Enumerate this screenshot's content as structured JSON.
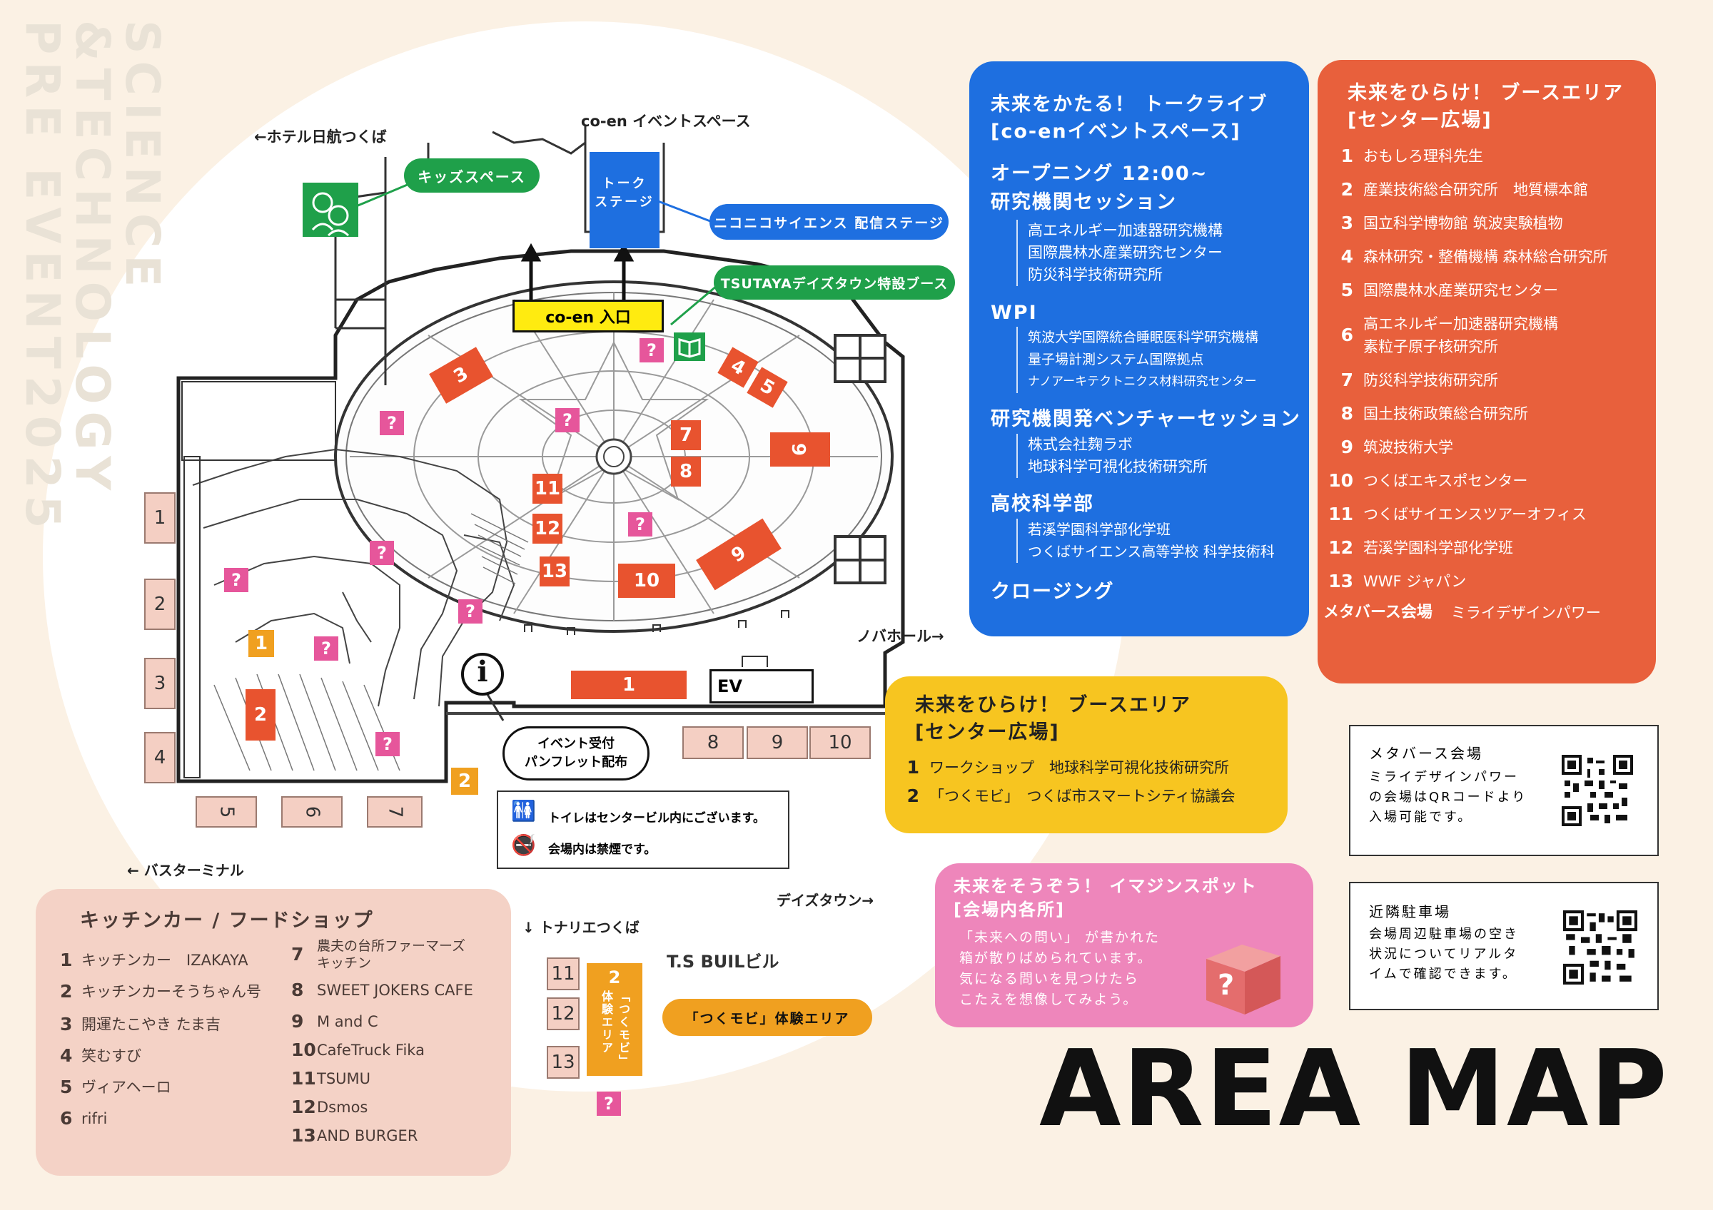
{
  "vertical_title": [
    "SCIENCE",
    "&TECHNOLOGY",
    "PRE EVENT2025"
  ],
  "map": {
    "hotel_label": "←ホテル日航つくば",
    "coen_event_space_label": "co-en イベントスペース",
    "kids_space": "キッズスペース",
    "talk_stage": "トーク\nステージ",
    "niconico_stage": "ニコニコサイエンス 配信ステージ",
    "tsutaya_booth": "TSUTAYAデイズタウン特設ブース",
    "coen_entrance": "co-en 入口",
    "nova_hall": "ノバホール→",
    "ev": "EV",
    "reception": "イベント受付\nパンフレット配布",
    "info_symbol": "i",
    "toilet_note": "トイレはセンタービル内にございます。",
    "smoking_note": "会場内は禁煙です。",
    "bus_terminal": "← バスターミナル",
    "daystown": "デイズタウン→",
    "tonarie": "↓ トナリエつくば",
    "ts_building": "T.S BUILビル",
    "tsukumobi_area": "「つくモビ」体験エリア",
    "tsukumobi_vertical": "「つくモビ」体験エリア",
    "booth_labels": [
      "3",
      "4",
      "5",
      "6",
      "7",
      "8",
      "9",
      "10",
      "11",
      "12",
      "13",
      "1"
    ],
    "kitchen_boxes": [
      "1",
      "2",
      "3",
      "4",
      "5",
      "6",
      "7",
      "8",
      "9",
      "10",
      "11",
      "12",
      "13"
    ],
    "orange_labels": [
      "1",
      "2",
      "2"
    ],
    "red_left": "2",
    "q": "?"
  },
  "talk_panel": {
    "title": "未来をかたる！ トークライブ\n[co-enイベントスペース]",
    "sections": [
      {
        "title": "オープニング 12:00~\n研究機関セッション",
        "items": [
          "高エネルギー加速器研究機構",
          "国際農林水産業研究センター",
          "防災科学技術研究所"
        ]
      },
      {
        "title": "WPI",
        "items": [
          "筑波大学国際統合睡眠医科学研究機構",
          "量子場計測システム国際拠点",
          "ナノアーキテクトニクス材料研究センター"
        ]
      },
      {
        "title": "研究機関発ベンチャーセッション",
        "items": [
          "株式会社麹ラボ",
          "地球科学可視化技術研究所"
        ]
      },
      {
        "title": "高校科学部",
        "items": [
          "若溪学園科学部化学班",
          "つくばサイエンス高等学校 科学技術科"
        ]
      },
      {
        "title": "クロージング",
        "items": []
      }
    ]
  },
  "booth_panel": {
    "title": "未来をひらけ！ ブースエリア\n[センター広場]",
    "items": [
      {
        "num": "1",
        "text": "おもしろ理科先生"
      },
      {
        "num": "2",
        "text": "産業技術総合研究所　地質標本館"
      },
      {
        "num": "3",
        "text": "国立科学博物館 筑波実験植物"
      },
      {
        "num": "4",
        "text": "森林研究・整備機構 森林総合研究所"
      },
      {
        "num": "5",
        "text": "国際農林水産業研究センター"
      },
      {
        "num": "6",
        "text": "高エネルギー加速器研究機構\n素粒子原子核研究所"
      },
      {
        "num": "7",
        "text": "防災科学技術研究所"
      },
      {
        "num": "8",
        "text": "国土技術政策総合研究所"
      },
      {
        "num": "9",
        "text": "筑波技術大学"
      },
      {
        "num": "10",
        "text": "つくばエキスポセンター"
      },
      {
        "num": "11",
        "text": "つくばサイエンスツアーオフィス"
      },
      {
        "num": "12",
        "text": "若溪学園科学部化学班"
      },
      {
        "num": "13",
        "text": "WWF ジャパン"
      }
    ],
    "metaverse_label": "メタバース会場",
    "metaverse_value": "ミライデザインパワー"
  },
  "yellow_panel": {
    "title": "未来をひらけ！ ブースエリア\n[センター広場]",
    "items": [
      {
        "num": "1",
        "text": "ワークショップ　地球科学可視化技術研究所"
      },
      {
        "num": "2",
        "text": "「つくモビ」　つくば市スマートシティ協議会"
      }
    ]
  },
  "pink_panel": {
    "title": "未来をそうぞう！ イマジンスポット\n[会場内各所]",
    "body": "「未来への問い」 が書かれた\n箱が散りばめられています。\n気になる問いを見つけたら\nこたえを想像してみよう。",
    "box_mark": "?"
  },
  "kitchen_panel": {
    "title": "キッチンカー / フードショップ",
    "left": [
      {
        "num": "1",
        "text": "キッチンカー　IZAKAYA"
      },
      {
        "num": "2",
        "text": "キッチンカーそうちゃん号"
      },
      {
        "num": "3",
        "text": "開運たこやき たま吉"
      },
      {
        "num": "4",
        "text": "笑むすび"
      },
      {
        "num": "5",
        "text": "ヴィアヘーロ"
      },
      {
        "num": "6",
        "text": "rifri"
      }
    ],
    "right": [
      {
        "num": "7",
        "text": "農夫の台所ファーマーズ\nキッチン"
      },
      {
        "num": "8",
        "text": "SWEET JOKERS CAFE"
      },
      {
        "num": "9",
        "text": "M and C"
      },
      {
        "num": "10",
        "text": "CafeTruck Fika"
      },
      {
        "num": "11",
        "text": "TSUMU"
      },
      {
        "num": "12",
        "text": "Dsmos"
      },
      {
        "num": "13",
        "text": "AND BURGER"
      }
    ]
  },
  "metaverse_box": {
    "title": "メタバース会場",
    "body": "ミライデザインパワー\nの会場はQRコードより\n入場可能です。"
  },
  "parking_box": {
    "title": "近隣駐車場",
    "body": "会場周辺駐車場の空き\n状況についてリアルタ\nイムで確認できます。"
  },
  "area_map_title": "AREA MAP",
  "colors": {
    "blue": "#1e6fe0",
    "orange_red": "#e8603c",
    "yellow": "#f7c520",
    "pink": "#ee86bb",
    "kitchen_bg": "#f4d2c6",
    "booth_red": "#e8532f",
    "q_pink": "#e6569b",
    "green": "#1fa04a"
  }
}
